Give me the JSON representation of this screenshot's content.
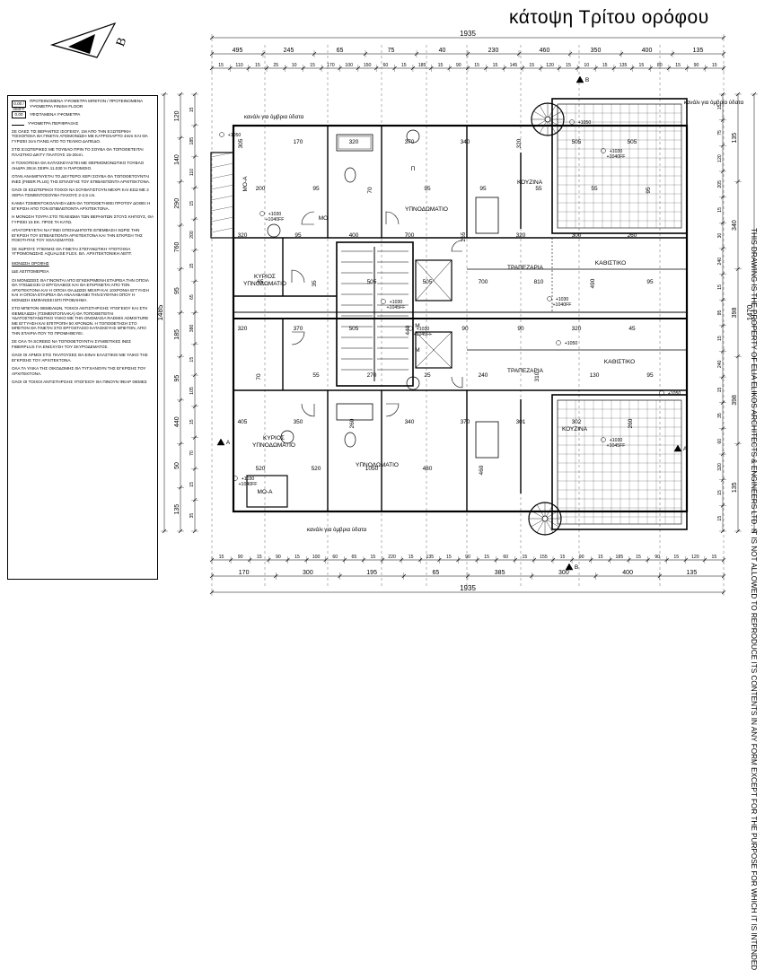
{
  "title": "κάτοψη Τρίτου ορόφου",
  "logo_letter": "B",
  "legend": [
    {
      "symbol": "0.00 / 000FF",
      "text": "ΠΡΟΤΕΙΝΟΜΕΝΑ ΥΨΟΜΕΤΡΑ ΜΠΕΤΟΝ / ΠΡΟΤΕΙΝΟΜΕΝΑ ΥΨΟΜΕΤΡΑ FINISH FLOOR"
    },
    {
      "symbol": "0.00",
      "text": "ΥΦΙΣΤΑΜΕΝΑ ΥΨΟΜΕΤΡΑ"
    },
    {
      "symbol": "",
      "text": "ΥΨΟΜΕΤΡΑ ΠΕΡΙΦΡΑΞΗΣ"
    }
  ],
  "notes": [
    "ΣΕ ΟΛΕΣ ΤΙΣ ΒΕΡΑΝΤΕΣ ΙΣΟΓΕΙΟΥ, 1Μ ΑΠΟ ΤΗΝ ΕΞΩΤΕΡΙΚΗ ΤΟΙΧΟΠΟΙΙΑ ΘΑ ΓΙΝΕΤΑΙ ΑΠΟΜΟΝΩΣΗ ΜΕ ΚΑΤΡΟΧΑΡΤΟ 4mm ΚΑΙ ΘΑ ΓΥΡΙΖΕΙ 2cm ΠΑΝΩ ΑΠΟ ΤΟ ΤΕΛΙΚΟ ΔΑΠΕΔΟ.",
    "ΣΤΙΣ ΕΞΩΤΕΡΙΚΕΣ ΜΕ ΤΟΥΒΛΟ ΠΡΙΝ ΤΟ ΣΟΥΒΑ ΘΑ ΤΟΠΟΘΕΤΕΙΤΑΙ ΠΛΑΣΤΙΚΟ ΔΙΚΤΥ ΠΛΑΤΟΥΣ 15-20cm.",
    "Η ΤΟΙΧΟΠΟΙΙΑ ΘΑ ΚΑΤΑΣΚΕΥΑΣΤΕΙ ΜΕ ΘΕΡΜΟΜΟΝΩΤΙΚΟ ΤΟΥΒΛΟ ΛΗΔΡΑ 30cm ΣΕΙΡΑ 11.030 Ή ΠΑΡΟΜΟΙΟ.",
    "ΟΤΑΝ ΑΝΑΜΙΓΝΥΕΤΑΙ ΤΟ ΔΕΥΤΕΡΟ ΧΕΡΙ ΣΟΥΒΑ ΘΑ ΤΟΠΟΘΕΤΟΥΝΤΑΙ ΙΝΕΣ (FIBER PLUS) ΤΗΣ ΕΠΙΛΟΓΗΣ ΤΟΥ ΕΠΙΒΛΕΠΟΝΤΑ ΑΡΧΙΤΕΚΤΟΝΑ.",
    "ΟΛΟΙ ΟΙ ΕΣΩΤΕΡΙΚΟΙ ΤΟΙΧΟΙ ΝΑ ΣΟΥΒΑΤΙΣΤΟΥΝ ΜΕΧΡΙ ΚΑΙ ΕΣΩ ΜΕ 2 ΧΕΡΙΑ ΤΣΙΜΕΝΤΟΣΟΥΒΑ ΠΑΧΟΥΣ 2-2,5 cm.",
    "ΚΑΜΙΑ ΤΣΙΜΕΝΤΟΚΟΛΛΗΣΗ ΔΕΝ ΘΑ ΤΟΠΟΘΕΤΗΘΕΙ ΠΡΟΤΟΥ ΔΟΘΕΙ Η ΕΓΚΡΙΣΗ ΑΠΟ ΤΟΝ ΕΠΙΒΛΕΠΟΝΤΑ ΑΡΧΙΤΕΚΤΟΝΑ.",
    "Η ΜΟΝΩΣΗ ΤΟΥΡΑ ΣΤΟ ΤΕΛΕΙΩΜΑ ΤΩΝ ΒΕΡΑΝΤΩΝ ΣΤΟΥΣ ΚΗΠΟΥΣ, ΘΑ ΓΥΡΙΣΕΙ 15 ΕΚ. ΠΡΟΣ ΤΑ ΚΑΤΩ.",
    "ΑΠΑΓΟΡΕΥΕΤΑΙ ΝΑ ΓΙΝΕΙ ΟΠΟΙΑΔΗΠΟΤΕ ΕΠΕΜΒΑΣΗ ΧΩΡΙΣ ΤΗΝ ΕΓΚΡΙΣΗ ΤΟΥ ΕΠΙΒΛΕΠΟΝΤΑ ΑΡΧΙΤΕΚΤΟΝΑ ΚΑΙ ΤΗΝ ΕΓΚΡΙΣΗ ΤΗΣ ΠΟΙΟΤΗΤΑΣ ΤΟΥ ΧΟΛΑΣΜΑΤΟΣ.",
    "ΣΕ ΧΩΡΟΥΣ ΥΓΙΕΙΝΗΣ ΘΑ ΓΙΝΕΤΑΙ ΣΤΕΓΑΝΩΤΙΚΗ ΥΠΟΤΟΙΧΙΑ ΥΓΡΟΜΟΝΩΣΗΣ AQUALISE FLEX. ΒΛ. ΑΡΧΙΤΕΚΤΟΝΙΚΗ ΛΕΠΤ.",
    "ΜΟΝΩΣΗ ΟΡΟΦΗΣ",
    "ΙΔΕ ΛΕΠΤΟΜΕΡΕΙΑ",
    "ΟΙ ΜΟΝΩΣΕΙΣ ΘΑ ΓΙΝΟΝΤΑΙ ΑΠΟ ΕΓΚΕΚΡΙΜΕΝΗ ΕΤΑΙΡΕΙΑ ΤΗΝ ΟΠΟΙΑ ΘΑ ΥΠΟΔΕΙΞΕΙ Ο ΕΡΓΟΛΑΒΟΣ ΚΑΙ ΘΑ ΕΓΚΡΙΝΕΤΑΙ ΑΠΟ ΤΟΝ ΑΡΧΙΤΕΚΤΟΝΑ ΚΑΙ Η ΟΠΟΙΑ ΘΑ ΔΩΣΕΙ ΜΕΧΡΙ ΚΑΙ 10ΧΡΟΝΙΑ ΕΓΓΥΗΣΗ ΚΑΙ Η ΟΠΟΙΑ ΕΤΑΙΡΕΙΑ ΘΑ ΑΝΑΛΑΒΑΝΕΙ ΤΗΝ ΕΥΘΥΝΗ ΟΠΟΥ Η ΜΟΝΩΣΗ ΕΜΦΑΝΙΣΕΙ ΕΠΙ ΠΡΟΒΛΗΜΑ.",
    "ΣΤΟ ΜΠΕΤΟΝ ΘΕΜΕΛΙΩΝ, ΤΟΙΧΟΙ ΑΝΤΙΣΤΗΡΙΞΗΣ ΥΠΟΓΕΙΟΥ ΚΑΙ ΣΤΗ ΘΕΜΕΛΙΩΣΗ (ΤΣΙΜΕΝΤΟΠΛΑΚΑ) ΘΑ ΤΟΠΟΘΕΤΕΙΤΑΙ ΥΔΑΤΟΣΤΕΓΑΝΩΤΙΚΟ ΥΛΙΚΟ ΜΕ ΤΗΝ ΟΝΟΜΑΣΙΑ RADMIX ADMIXTURE ΜΕ ΕΓΓΥΗΣΗ ΚΑΙ ΕΠΙΤΡΟΠΗ 50 ΧΡΟΝΩΝ. Η ΤΟΠΟΘΕΤΗΣΗ ΣΤΟ ΜΠΕΤΟΝ ΘΑ ΓΙΝΕΤΑΙ ΣΤΟ ΕΡΓΟΣΤΑΣΙΟ ΚΑΤΑΣΚΕΥΗΣ ΜΠΕΤΟΝ, ΑΠΟ ΤΗΝ ΕΤΑΙΡΙΑ ΠΟΥ ΤΟ ΠΡΟΜΗΘΕΥΕΙ.",
    "ΣΕ ΟΛΑ ΤΑ SCREED ΝΑ ΤΟΠΟΘΕΤΟΥΝΤΑΙ ΣΥΝΘΕΤΙΚΕΣ ΙΝΕΣ FIBERPLUS ΓΙΑ ΕΝΙΣΧΥΣΗ ΤΟΥ ΣΚΥΡΟΔΕΜΑΤΟΣ.",
    "ΟΛΟΙ ΟΙ ΑΡΜΟΙ ΣΤΙΣ ΠΛΑΤΟΥΣΕΣ ΘΑ ΕΙΝΑΙ ΕΛΑΣΤΙΚΟΙ ΜΕ ΥΛΙΚΟ ΤΗΣ ΕΓΚΡΙΣΗΣ ΤΟΥ ΑΡΧΙΤΕΚΤΟΝΑ.",
    "ΟΛΑ ΤΑ ΥΛΙΚΑ ΤΗΣ ΟΙΚΟΔΟΜΗΣ ΘΑ ΤΥΓΧΑΝΟΥΝ ΤΗΣ ΕΓΚΡΙΣΗΣ ΤΟΥ ΑΡΧΙΤΕΚΤΟΝΑ.",
    "ΟΛΟΙ ΟΙ ΤΟΙΧΟΙ ΑΝΤΙΣΤΗΡΙΞΗΣ ΥΠΟΓΕΙΟΥ ΘΑ ΠΙΝΟΥΝ ΦΕΑΡ ΘΕΜΕΣ"
  ],
  "side_text": "THIS DRAWING IS THE PROPERTY OF ELIA ELIKOS ARCHITECTS & ENGINEERS LTD. IT IS NOT ALLOWED TO REPRODUCE ITS CONTENTS IN ANY FORM EXCEPT FOR THE PURPOSE FOR WHICH IT IS INTENDED",
  "dims": {
    "total_top": "1935",
    "total_bottom": "1935",
    "top_row1": [
      "495",
      "245",
      "65",
      "75",
      "40",
      "230",
      "460",
      "350",
      "400",
      "135"
    ],
    "top_row2": [
      "15",
      "110",
      "15",
      "25",
      "10",
      "15",
      "170",
      "100",
      "150",
      "60",
      "15",
      "185",
      "15",
      "90",
      "15",
      "15",
      "145",
      "15",
      "120",
      "15",
      "10",
      "15",
      "135",
      "15",
      "80",
      "15",
      "90",
      "15"
    ],
    "bottom_row1": [
      "170",
      "300",
      "195",
      "65",
      "385",
      "300",
      "400",
      "135"
    ],
    "bottom_row2": [
      "15",
      "90",
      "15",
      "90",
      "15",
      "100",
      "60",
      "65",
      "15",
      "220",
      "15",
      "135",
      "15",
      "90",
      "15",
      "60",
      "15",
      "155",
      "15",
      "90",
      "15",
      "185",
      "15",
      "90",
      "15",
      "120",
      "15"
    ],
    "left_total": "1485",
    "left_row": [
      "120",
      "140",
      "290",
      "760",
      "95",
      "185",
      "95",
      "440",
      "50",
      "135"
    ],
    "left_row_inner": [
      "15",
      "185",
      "110",
      "15",
      "200",
      "15",
      "65",
      "380",
      "15",
      "105",
      "15",
      "70",
      "15",
      "35"
    ],
    "right_total": "1470",
    "right_row": [
      "135",
      "340",
      "398",
      "398",
      "135"
    ],
    "right_row_inner": [
      "15",
      "75",
      "120",
      "205",
      "15",
      "30",
      "240",
      "15",
      "95",
      "15",
      "240",
      "15",
      "35",
      "60",
      "320",
      "15",
      "15"
    ]
  },
  "rooms": {
    "mo_a": "ΜΟ-Α",
    "mo_b": "ΜΟ",
    "p": "Π",
    "ypodomatio": "ΥΠΝΟΔΩΜΑΤΙΟ",
    "kyrios_1": "ΚΥΡΙΟΣ",
    "kyrios_2": "ΥΠΝΟΔΩΜΑΤΙΟ",
    "kouzina": "ΚΟΥΖΙΝΑ",
    "trapezaria": "ΤΡΑΠΕΖΑΡΙΑ",
    "kathistiko": "ΚΑΘΙΣΤΙΚΟ",
    "m": "Μ"
  },
  "room_labels": [
    "ΜΟ-Α",
    "ΜΟ",
    "Π",
    "ΥΠΝΟΔΩΜΑΤΙΟ",
    "ΚΟΥΖΙΝΑ",
    "ΤΡΑΠΕΖΑΡΙΑ",
    "ΚΑΘΙΣΤΙΚΟ",
    "ΚΥΡΙΟΣ ΥΠΝΟΔΩΜΑΤΙΟ",
    "Μ",
    "ΜΟ-Α",
    "ΚΟΥΖΙΝΑ",
    "ΤΡΑΠΕΖΑΡΙΑ",
    "ΚΑΘΙΣΤΙΚΟ",
    "ΚΥΡΙΟΣ ΥΠΝΟΔΩΜΑΤΙΟ",
    "ΥΠΝΟΔΩΜΑΤΙΟ",
    "Μ"
  ],
  "gutter_labels": [
    "κανάλι για όμβρια ύδατα",
    "κανάλι για όμβρια ύδατα",
    "κανάλι για όμβρια ύδατα"
  ],
  "levels": [
    "+1050",
    "+1030 / +1040FF",
    "+1030 / +1045FF",
    "+1030 / +1045FF",
    "+1030 / +1040FF",
    "+1050",
    "+1030 / +1040FF",
    "+1030 / +1040FF",
    "+1050",
    "+1030 / +1045FF",
    "+1050"
  ],
  "interior_dims": [
    "305",
    "170",
    "320",
    "370",
    "340",
    "320",
    "505",
    "505",
    "200",
    "95",
    "70",
    "95",
    "95",
    "55",
    "55",
    "95",
    "320",
    "95",
    "400",
    "700",
    "265",
    "320",
    "300",
    "260",
    "65",
    "35",
    "505",
    "505",
    "700",
    "810",
    "490",
    "95",
    "320",
    "370",
    "505",
    "440",
    "90",
    "90",
    "320",
    "45",
    "70",
    "55",
    "270",
    "25",
    "240",
    "310",
    "130",
    "95",
    "405",
    "350",
    "260",
    "340",
    "370",
    "301",
    "302",
    "260",
    "520",
    "520",
    "1050",
    "480",
    "460"
  ],
  "section_marks": [
    "B",
    "A",
    "A",
    "B"
  ],
  "colors": {
    "ink": "#000000",
    "paper": "#ffffff",
    "hatch": "#555555"
  }
}
